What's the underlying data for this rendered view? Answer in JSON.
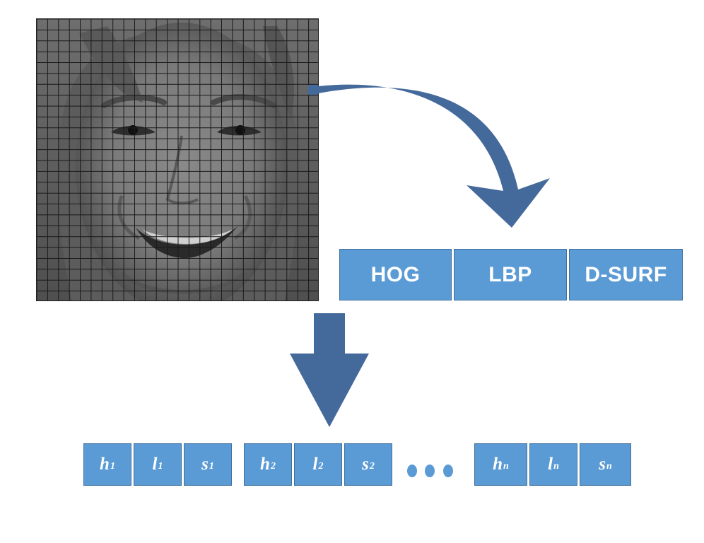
{
  "colors": {
    "box_fill": "#5b9bd5",
    "box_border": "#41719c",
    "arrow": "#44699b",
    "text": "#ffffff"
  },
  "face_image": {
    "description_icon": "face-photo",
    "grid_cells": 26
  },
  "feature_types": [
    {
      "label": "HOG"
    },
    {
      "label": "LBP"
    },
    {
      "label": "D-SURF"
    }
  ],
  "feature_vector": {
    "groups": [
      {
        "cells": [
          {
            "base": "h",
            "sub": "1"
          },
          {
            "base": "l",
            "sub": "1"
          },
          {
            "base": "s",
            "sub": "1"
          }
        ]
      },
      {
        "cells": [
          {
            "base": "h",
            "sub": "2"
          },
          {
            "base": "l",
            "sub": "2"
          },
          {
            "base": "s",
            "sub": "2"
          }
        ]
      },
      {
        "cells": [
          {
            "base": "h",
            "sub": "n"
          },
          {
            "base": "l",
            "sub": "n"
          },
          {
            "base": "s",
            "sub": "n"
          }
        ]
      }
    ],
    "ellipsis_dots": 3
  }
}
